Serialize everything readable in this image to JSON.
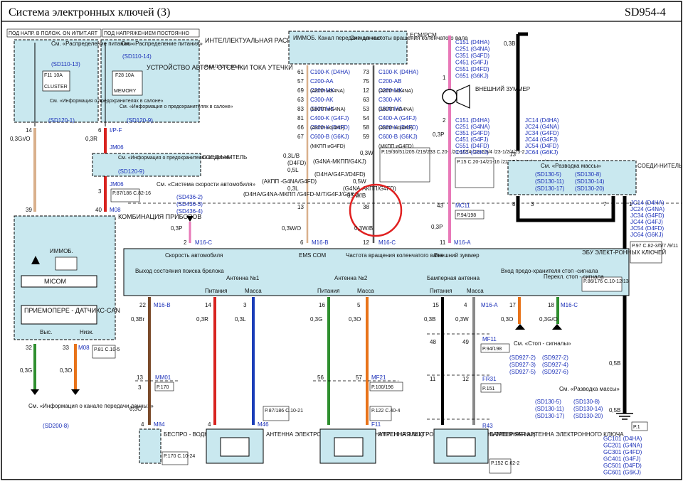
{
  "header": {
    "title": "Система электронных ключей (3)",
    "code": "SD954-4"
  },
  "power": {
    "ign_label": "ПОД НАПР. В ПОЛОЖ. ON И/ПИТ.ART",
    "const_label": "ПОД НАПРЯЖЕНИЕМ ПОСТОЯННО",
    "smart_box": "ИНТЕЛЛЕКТУАЛЬНАЯ РАСПРЕДЕЛИТЕЛЬНАЯ КОРОБКА",
    "smart_ref": "P.63/172 C.80-5",
    "leak_device": "УСТРОЙСТВО АВТОМ. ОТСЕЧКИ ТОКА УТЕЧКИ",
    "fuse1": "F11 10A",
    "fuse1_name": "CLUSTER",
    "fuse2": "F28 10A",
    "fuse2_name": "MEMORY",
    "ref_dist1": "См. «Распределение питания»",
    "ref_dist1_code": "(SD110-13)",
    "ref_dist2": "См. «Распределение питания»",
    "ref_dist2_code": "(SD110-14)",
    "ref_fuse1": "См. «Информация о предохранителях в салоне»",
    "ref_fuse1_code": "(SD120-1)",
    "ref_fuse2": "См. «Информация о предохранителях в салоне»",
    "ref_fuse2_code": "(SD120-9)",
    "ip_f": "I/P-F",
    "jm06": "JM06",
    "jm06_ref": "P.87/186 C.82-16",
    "conn_label": "СОЕДИ-НИТЕЛЬ",
    "ref_fuse3": "См. «Информация о предохранителях в салоне»",
    "ref_fuse3_code": "(SD120-9)",
    "m08": "M08",
    "wire1": "0,3Gr/O",
    "wire2": "0,3R",
    "pin14": "14",
    "pin6": "6",
    "pin3": "3",
    "pin39": "39",
    "pin40": "40"
  },
  "cluster": {
    "label": "КОМБИНАЦИЯ ПРИБОРОВ",
    "immo": "ИММОБ.",
    "micom": "MICOM",
    "transceiver": "ПРИЕМОПЕРЕ - ДАТЧИКС-CAN",
    "out1": "Выс.",
    "out2": "Низк.",
    "pin32": "32",
    "pin33": "33",
    "m08": "M08",
    "ref": "P.81 C.10-5",
    "w1": "0,3G",
    "w2": "0,3O",
    "ref_can": "См. «Информация о канале передачи данных»",
    "ref_can_code": "(SD200-8)"
  },
  "ecm": {
    "label": "ECM/PCM",
    "immo_chan": "ИММОБ. Канал передачи данных",
    "speed_sig": "Сигнал частоты вращения коленчатого вала",
    "left_pins": [
      "61",
      "57",
      "69",
      "63",
      "83",
      "81",
      "66",
      "67"
    ],
    "left_conns": [
      "C100-K (D4HA)",
      "C200-AA",
      "C200-MK",
      "C300-AK",
      "C300-MK",
      "C400-K (G4FJ)",
      "C500-K (D4FD)",
      "C600-B (G6KJ)"
    ],
    "left_notes": [
      "(АКПП иG4NA)",
      "(МКПП иG4NA)",
      "(АКПП иG4FD)",
      "(МКПП иG4FD)"
    ],
    "right_pins": [
      "73",
      "75",
      "12",
      "63",
      "53",
      "54",
      "58",
      "59"
    ],
    "right_conns": [
      "C100-K (D4HA)",
      "C200-AB",
      "C200-MK",
      "C300-AK",
      "C300-MA",
      "C400-A (G4FJ)",
      "C500-K (D4FD)",
      "C600-B (G6KJ)"
    ],
    "right_notes": [
      "(АКПП иG4NA)",
      "(МКПП иG4NA)",
      "(АКПП иG4FD)",
      "(МКПП иG4FD)"
    ],
    "wire_left": [
      "0,3L/B",
      "(D4FD)",
      "0,5L",
      "(АКПП -G4NA/G4FD)",
      "0,3L",
      "(D4HA/G4NA-МКПП /G4FD-M/T/G4FJ/G6KJ)"
    ],
    "g4na": "(G4NA-МКПП/G4KJ)",
    "wire_right": [
      "0,3W",
      "(D4HA/G4FJ/D4FD)",
      "0,5W",
      "(G4NA-АКПП/G4FD)",
      "0,5W/B"
    ],
    "ref_mid": "P.19/36/51/205 /219/233 C.20-1/21-1/2/4 /22-2/3/4 /23-1/2/4/25-2",
    "pin13": "13",
    "pin38": "38",
    "pin6": "6",
    "pin12": "12",
    "w_left": "0,3W/O",
    "w_right": "0,3W/B",
    "m16b": "M16-B",
    "m16c": "M16-C"
  },
  "buzzer": {
    "label": "ВНЕШНИЙ ЗУММЕР",
    "top_conns": [
      "C151 (D4HA)",
      "C251 (G4NA)",
      "C351 (G4FD)",
      "C451 (G4FJ)",
      "C551 (D4FD)",
      "C651 (G6KJ)"
    ],
    "bot_conns": [
      "C151 (D4HA)",
      "C251 (G4NA)",
      "C351 (G4FD)",
      "C451 (G4FJ)",
      "C551 (D4FD)",
      "C651 (G6KJ)"
    ],
    "pin1": "1",
    "pin2": "2",
    "w": "0,3P",
    "ref": "P.15 C.20-14/21-16 /22-15/23-12 /24-11/25-12",
    "mc11": "MC11",
    "pin43": "43",
    "ref2": "P.94/198",
    "pin11": "11",
    "m16a": "M16-A",
    "w2": "0,3P",
    "w3": "0,3B"
  },
  "jc": {
    "conns": [
      "JC14 (D4HA)",
      "JC24 (G4NA)",
      "JC34 (G4FD)",
      "JC44 (G4FJ)",
      "JC54 (D4FD)",
      "JC64 (G6KJ)"
    ],
    "pin13": "13",
    "gnd_ref": "См. «Разводка массы»",
    "gnd_codes": [
      "(SD130-5)",
      "(SD130-8)",
      "(SD130-11)",
      "(SD130-14)",
      "(SD130-17)",
      "(SD130-20)"
    ],
    "conn_label": "СОЕДИ-НИТЕЛЬ",
    "pin8": "8",
    "pin3": "3",
    "pin7": "7",
    "pin1": "1",
    "right_conns": [
      "JC14 (D4HA)",
      "JC24 (G4NA)",
      "JC34 (G4FD)",
      "JC44 (G4FJ)",
      "JC54 (D4FD)",
      "JC64 (G6KJ)"
    ],
    "ref": "P.97 C.82-3/5/7 /9/11",
    "w": "0,3B"
  },
  "speed": {
    "ref": "См. «Система скорости автомобиля»",
    "codes": [
      "(SD436-2)",
      "(SD436-3)",
      "(SD436-4)"
    ],
    "w": "0,3P",
    "pin2": "2",
    "m16c": "M16-C"
  },
  "ecu": {
    "speed": "Скорость автомобиля",
    "ems": "EMS COM",
    "rpm": "Частота вращения коленчатого вала",
    "ext_buzz": "Внешний зуммер",
    "ecu_label": "ЭБУ ЭЛЕКТ-РОННЫХ КЛЮЧЕЙ",
    "ecu_ref": "P.86/176 C.10-12/13",
    "out_label": "Выход состояния поиска брелока",
    "ant1": "Антенна №1",
    "ant2": "Антенна №2",
    "bumper": "Бамперная антенна",
    "pwr": "Питания",
    "gnd": "Масса",
    "fuse_in": "Вход предо-хранителя стоп -сигнала",
    "switch": "Перекл. стоп - сигнала"
  },
  "bottom": {
    "pins_top": [
      "22",
      "14",
      "3",
      "16",
      "5",
      "15",
      "4",
      "17",
      "18"
    ],
    "m16b": "M16-B",
    "m16a": "M16-A",
    "m16c": "M16-C",
    "wires": [
      "0,3Br",
      "0,3R",
      "0,3L",
      "0,3G",
      "0,3O",
      "0,3B",
      "0,3W",
      "0,3O",
      "0,3G/O"
    ],
    "mm01": "MM01",
    "mm01_ref": "P.170",
    "pin13": "13",
    "pin3": "3",
    "w_o": "0,3O",
    "m84": "M84",
    "pin4": "4",
    "charger": "БЕСПРО - ВОДНАЯ ЗАРЯДКА",
    "charger_ref": "P.170 C.10-24",
    "m46": "M46",
    "ant1_ref": "P.87/186 C.10-21",
    "ant1_label": "АНТЕННА ЭЛЕКТРОН - НОГО КЛЮЧА (ВНУТРЕННЯЯ №1)",
    "mf21": "MF21",
    "mf21_ref": "P.100/196",
    "pin56": "56",
    "pin57": "57",
    "f11": "F11",
    "ant2_ref": "P.122 C.40-4",
    "ant2_label": "АНТЕННА ЭЛЕКТРОН - НОГО КЛЮЧА (ВНУТРЕННЯЯ №2)",
    "mf11": "MF11",
    "mf11_ref": "P.94/198",
    "pin48": "48",
    "pin49": "49",
    "fr31": "FR31",
    "fr31_ref": "P.151",
    "pin11": "11",
    "pin12": "12",
    "r43": "R43",
    "bumper_label": "БАМПЕРНАЯ АНТЕННА ЭЛЕКТРОННОГО КЛЮЧА",
    "bumper_ref": "P.152 C.62-2",
    "stop_ref": "См. «Стоп - сигналы»",
    "stop_codes": [
      "(SD927-2)",
      "(SD927-2)",
      "(SD927-3)",
      "(SD927-4)",
      "(SD927-5)",
      "(SD927-6)"
    ],
    "gnd_ref": "См. «Разводка массы»",
    "gnd_codes": [
      "(SD130-5)",
      "(SD130-8)",
      "(SD130-11)",
      "(SD130-14)",
      "(SD130-17)",
      "(SD130-20)"
    ],
    "gc": [
      "GC101 (D4HA)",
      "GC201 (G4NA)",
      "GC301 (G4FD)",
      "GC401 (G4FJ)",
      "GC501 (D4FD)",
      "GC601 (G6KJ)"
    ],
    "w_b": "0,5B",
    "w_b2": "0,5B",
    "p1": "P.1"
  },
  "colors": {
    "orange": "#e8731a",
    "green": "#2f8f2f",
    "red": "#d8231f",
    "blue": "#1a3db8",
    "pink": "#e879b8",
    "tan": "#d9b08c",
    "brown": "#7a4a2a",
    "black": "#000000",
    "box": "#c9e8ef",
    "circle": "#e02020"
  }
}
